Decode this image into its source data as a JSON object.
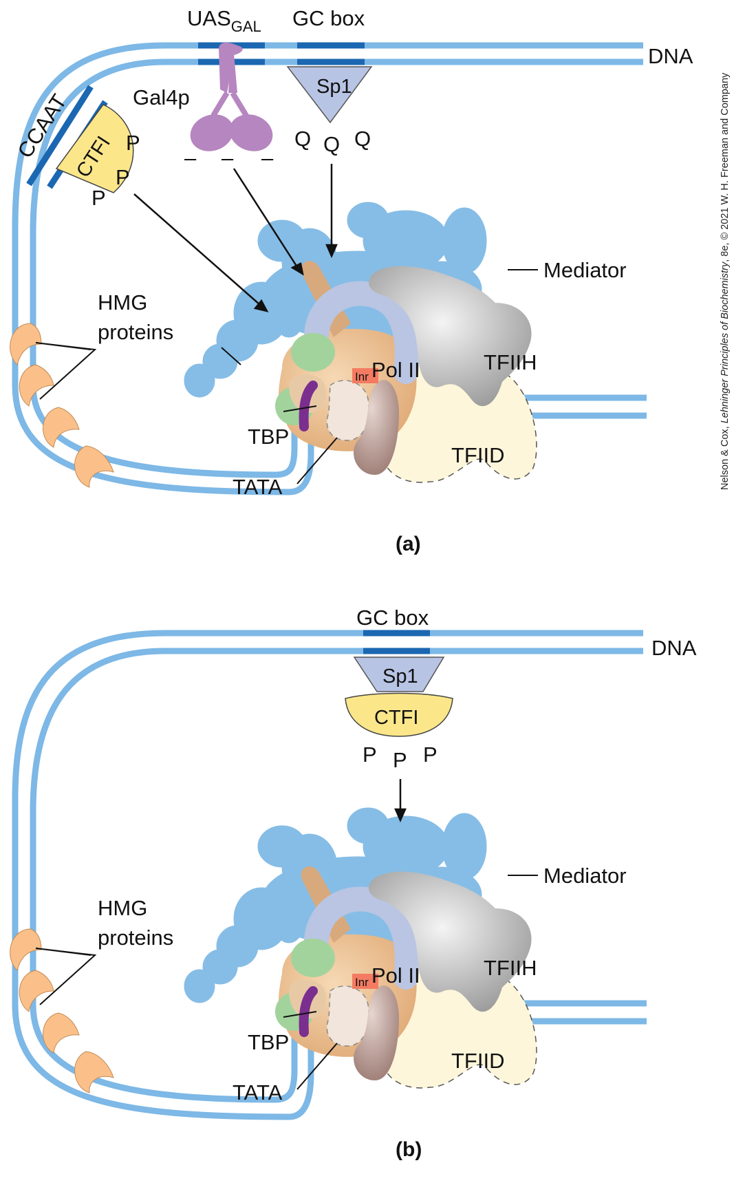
{
  "panel_a": {
    "labels": {
      "uas": "UAS",
      "uas_sub": "GAL",
      "gc_box": "GC box",
      "dna": "DNA",
      "ccaat": "CCAAT",
      "ctfi": "CTFI",
      "phospho": [
        "P",
        "P",
        "P"
      ],
      "gal4p": "Gal4p",
      "charges": [
        "–",
        "–",
        "–"
      ],
      "sp1": "Sp1",
      "glutamines": [
        "Q",
        "Q",
        "Q"
      ],
      "mediator": "Mediator",
      "tfiih": "TFIIH",
      "pol_ii": "Pol II",
      "inr": "Inr",
      "tbp": "TBP",
      "tata": "TATA",
      "tfiid": "TFIID",
      "hmg_line1": "HMG",
      "hmg_line2": "proteins",
      "panel_label": "(a)"
    }
  },
  "panel_b": {
    "labels": {
      "gc_box": "GC box",
      "dna": "DNA",
      "sp1": "Sp1",
      "ctfi": "CTFI",
      "phospho": [
        "P",
        "P",
        "P"
      ],
      "mediator": "Mediator",
      "tfiih": "TFIIH",
      "pol_ii": "Pol II",
      "inr": "Inr",
      "tbp": "TBP",
      "tata": "TATA",
      "tfiid": "TFIID",
      "hmg_line1": "HMG",
      "hmg_line2": "proteins",
      "panel_label": "(b)"
    }
  },
  "credit": {
    "authors": "Nelson & Cox, ",
    "book": "Lehninger Principles of Biochemistry",
    "rest": ", 8e, © 2021 W. H. Freeman and Company"
  },
  "colors": {
    "dna": "#7db8e6",
    "dna_element": "#1b67b1",
    "mediator": "#86bde6",
    "tfiih": "#a9a9a9",
    "pol_ii": "#b9c5e2",
    "tfiid": "#fdf6da",
    "tbp": "#e8c9a6",
    "green_factor": "#a3d39c",
    "inr": "#f47b62",
    "tata": "#7a2f8f",
    "sp1": "#b8c4e4",
    "ctfi": "#fbe68a",
    "gal4p": "#b686c0",
    "hmg": "#fbc08a"
  }
}
